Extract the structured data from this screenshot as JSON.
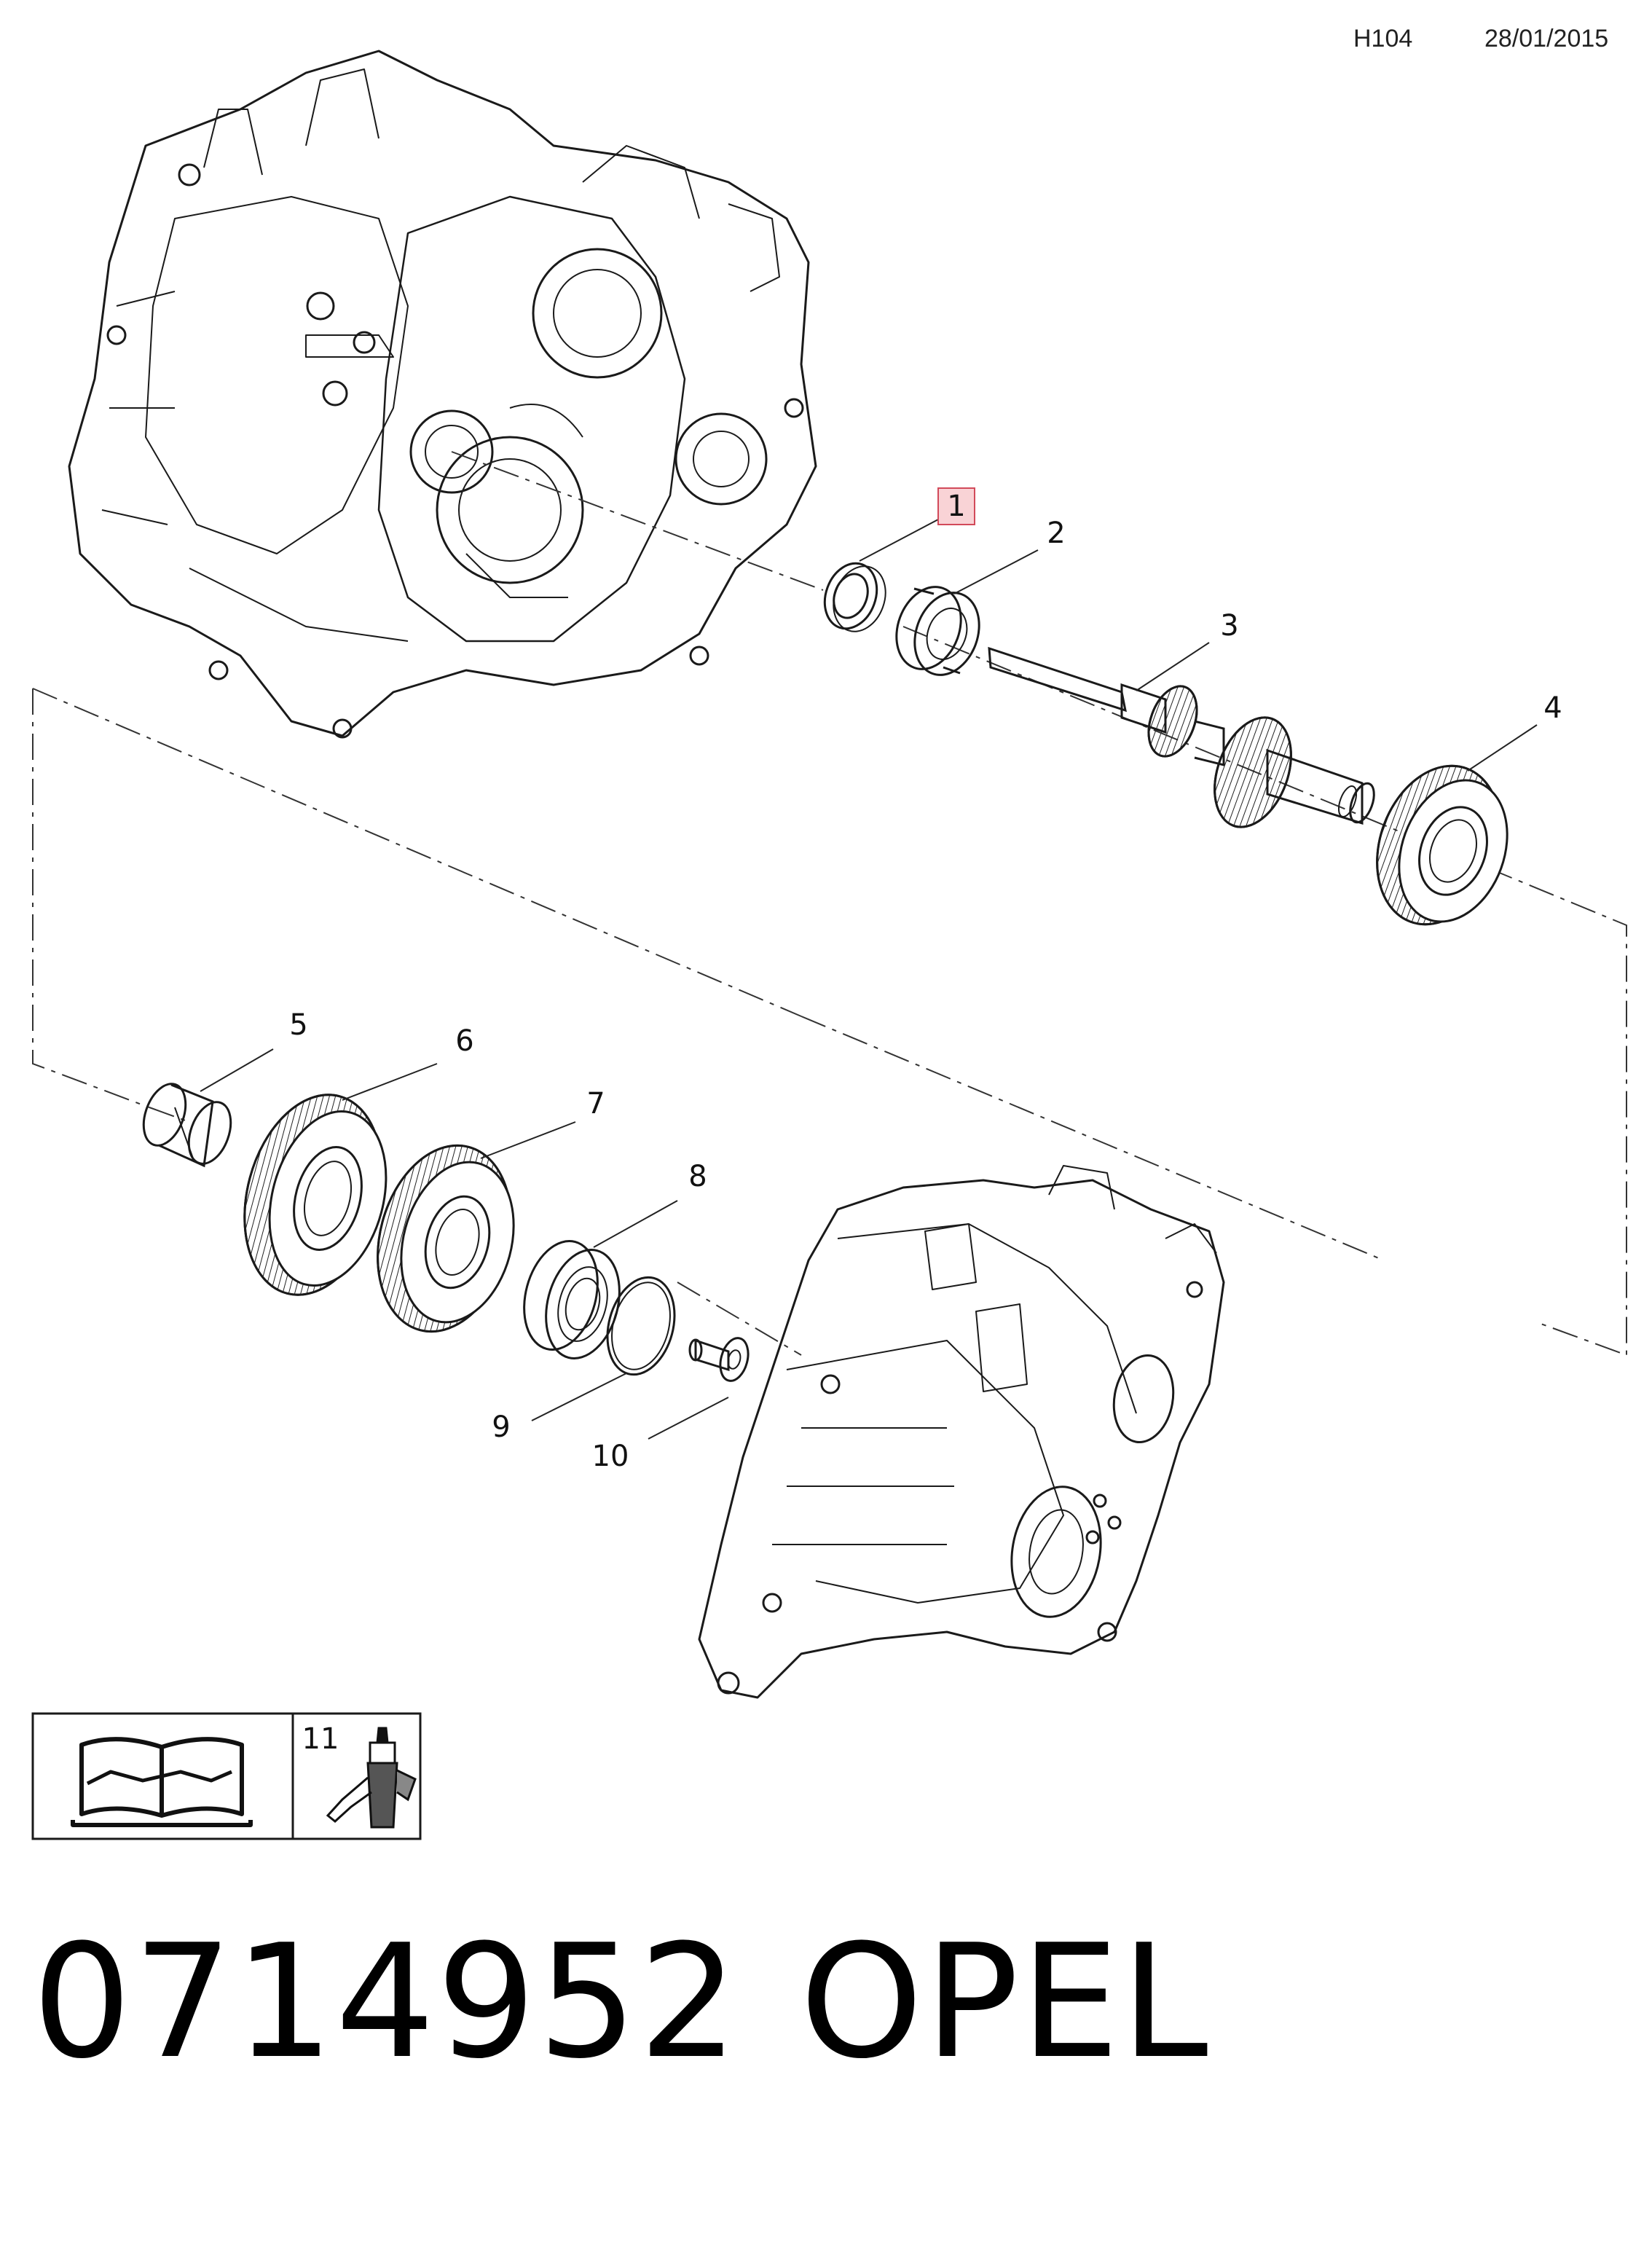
{
  "header": {
    "code": "H104",
    "date": "28/01/2015"
  },
  "callouts": [
    "1",
    "2",
    "3",
    "4",
    "5",
    "6",
    "7",
    "8",
    "9",
    "10"
  ],
  "highlighted_callout": "1",
  "legend": {
    "item_label": "11",
    "manual_icon": "repair-manual-icon",
    "tool_icon": "sealant-applicator-icon"
  },
  "footer": {
    "part_number": "0714952",
    "brand": "OPEL"
  },
  "colors": {
    "line": "#1a1a1a",
    "highlight_fill": "#f9d3d6",
    "highlight_stroke": "#d24a5a"
  }
}
